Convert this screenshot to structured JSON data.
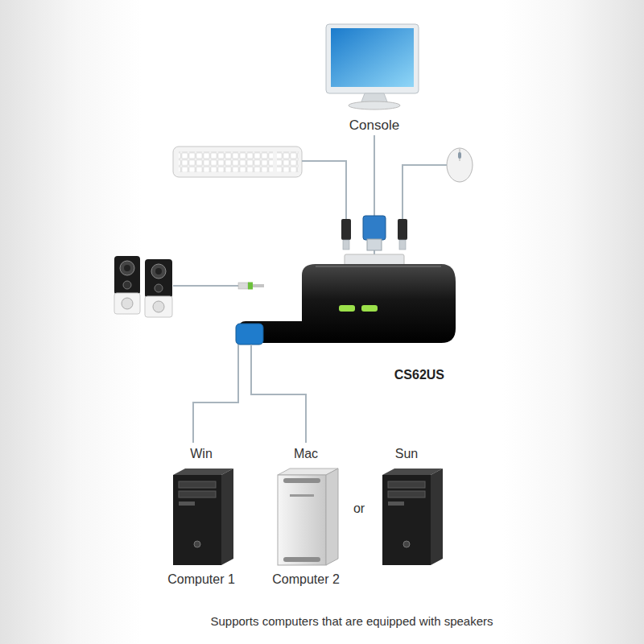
{
  "diagram": {
    "caption": "Supports computers that are equipped with speakers",
    "nodes": [
      {
        "text": [
          "Console"
        ]
      },
      {
        "text": [
          "CS62US"
        ]
      },
      {
        "text": [
          "Win",
          "Computer 1"
        ]
      },
      {
        "text": [
          "Mac",
          "Computer 2"
        ]
      },
      {
        "text": [
          "Sun"
        ]
      }
    ],
    "edges": [
      {
        "from": 0,
        "to": 1,
        "arrow": "none"
      },
      {
        "from": 1,
        "to": 2,
        "arrow": "none"
      },
      {
        "from": 1,
        "to": 3,
        "arrow": "none"
      }
    ],
    "labels": [
      "or"
    ]
  }
}
